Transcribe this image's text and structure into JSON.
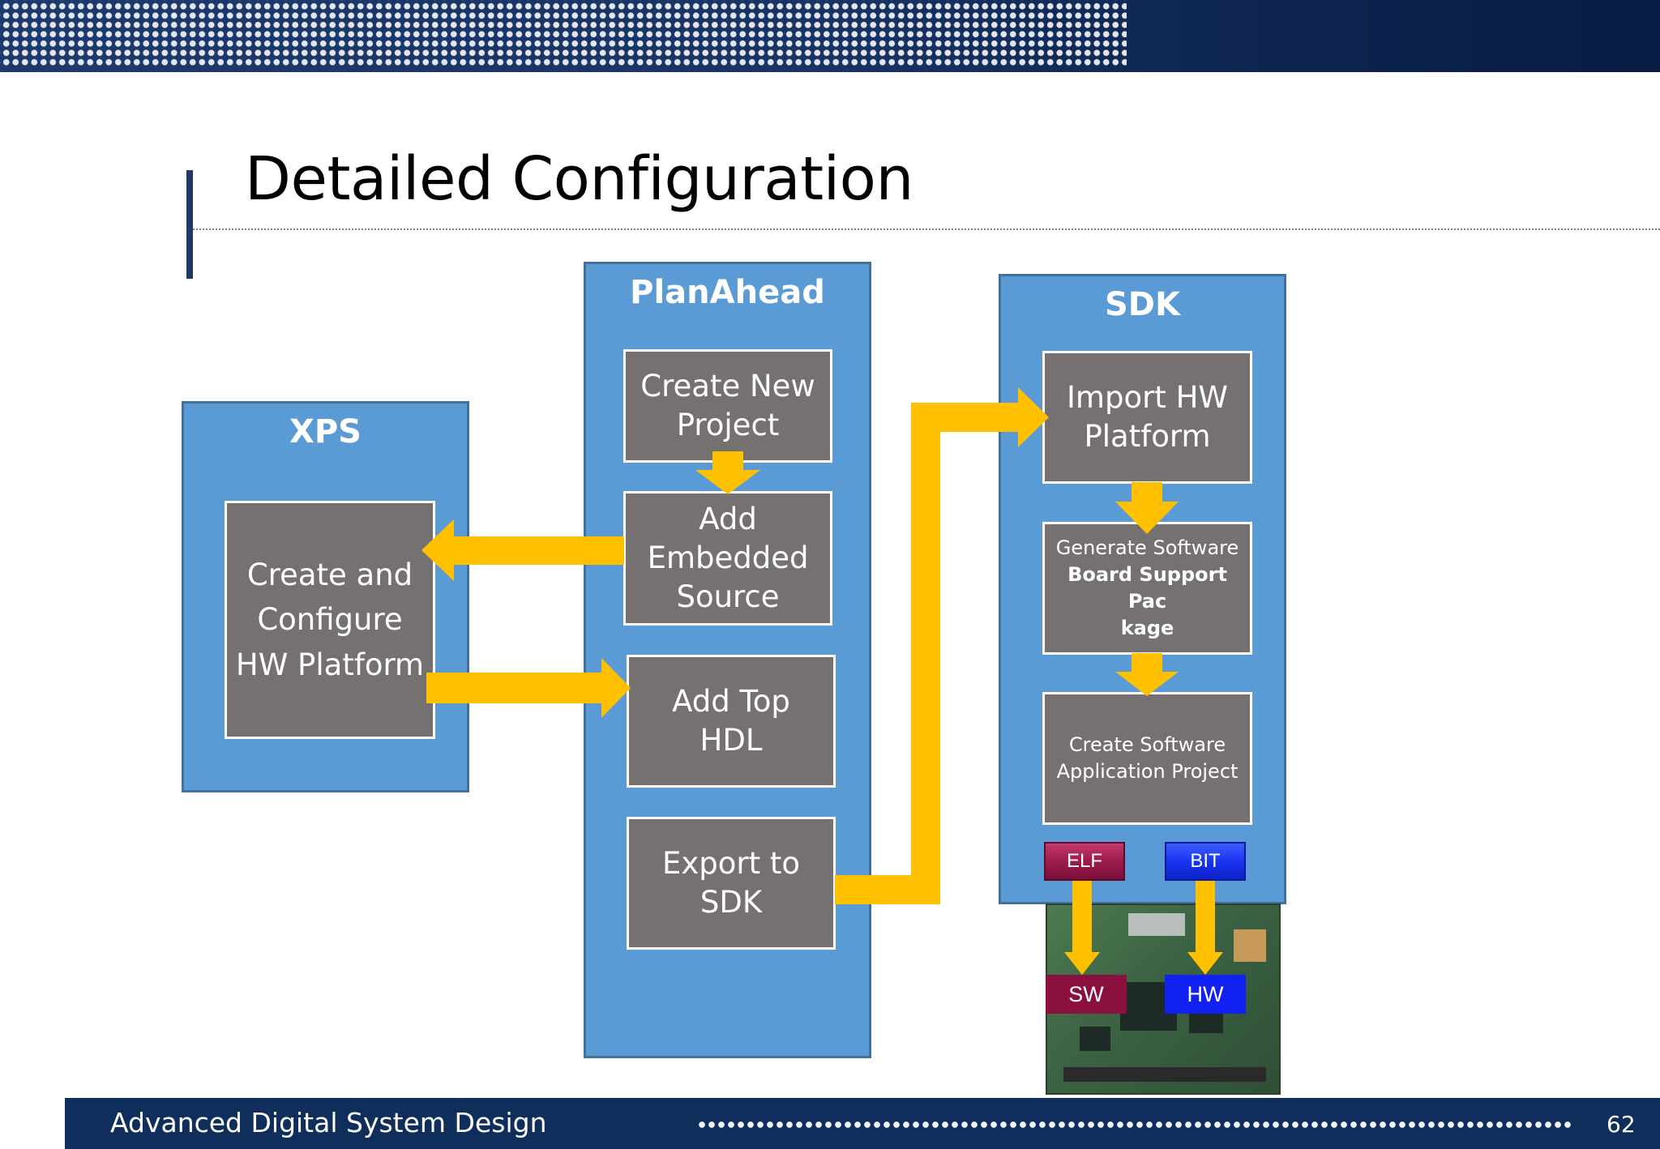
{
  "slide": {
    "title": "Detailed Configuration",
    "footer_text": "Advanced Digital System Design",
    "page_number": "62"
  },
  "xps": {
    "title": "XPS",
    "box": "Create and Configure HW Platform"
  },
  "planahead": {
    "title": "PlanAhead",
    "create_new_project": "Create New Project",
    "add_embedded_source": "Add Embedded Source",
    "add_top_hdl": "Add Top HDL",
    "export_to_sdk": "Export to SDK"
  },
  "sdk": {
    "title": "SDK",
    "import_hw_platform": "Import HW Platform",
    "generate_software": "Generate Software",
    "board_support_package_1": "Board Support Pac",
    "board_support_package_2": "kage",
    "create_app_project": "Create Software Application Project",
    "elf_label": "ELF",
    "bit_label": "BIT"
  },
  "board": {
    "sw_label": "SW",
    "hw_label": "HW"
  },
  "colors": {
    "panel": "#5b9bd5",
    "box": "#767171",
    "arrow": "#ffc000",
    "header": "#183464",
    "footer": "#102e5c"
  }
}
